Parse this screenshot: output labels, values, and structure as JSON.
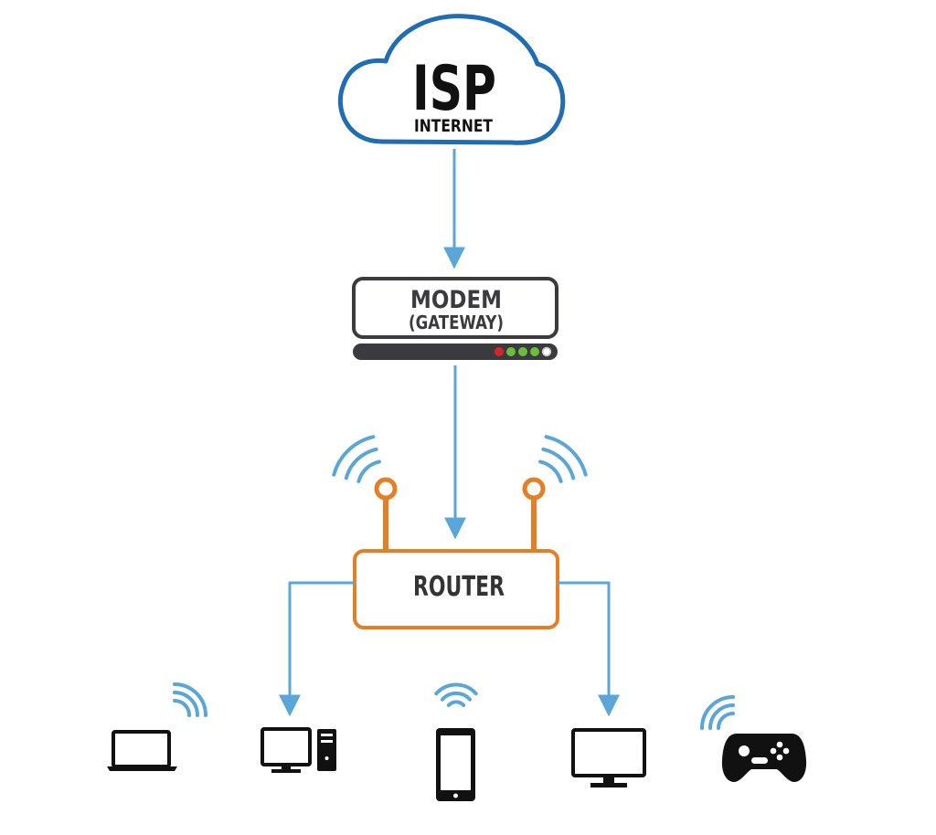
{
  "isp": {
    "title": "ISP",
    "subtitle": "INTERNET"
  },
  "modem": {
    "title": "MODEM",
    "subtitle": "(GATEWAY)",
    "leds": [
      "red",
      "green",
      "green",
      "green",
      "white"
    ]
  },
  "router": {
    "title": "ROUTER"
  },
  "devices": [
    "laptop-icon",
    "desktop-computer-icon",
    "smartphone-icon",
    "monitor-icon",
    "gamepad-icon"
  ],
  "colors": {
    "connector": "#5aa6d8",
    "cloud": "#1f6db3",
    "router": "#e57e25",
    "modem": "#3a3a3f",
    "wifi": "#5aa6d8",
    "text": "#222222",
    "led_red": "#d9242a",
    "led_green": "#6cbd3c"
  }
}
